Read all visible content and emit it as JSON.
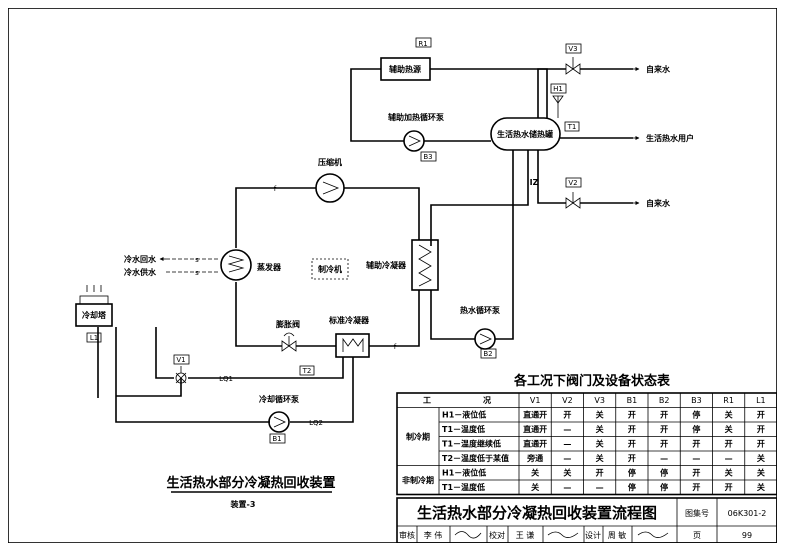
{
  "diagram": {
    "components": {
      "aux_heat_source": "辅助热源",
      "aux_heat_pump": "辅助加热循环泵",
      "storage_tank": "生活热水储热罐",
      "compressor": "压缩机",
      "refrigerator": "制冷机",
      "evaporator": "蒸发器",
      "aux_condenser": "辅助冷凝器",
      "hot_water_pump": "热水循环泵",
      "expansion_valve": "膨胀阀",
      "std_condenser": "标准冷凝器",
      "cooling_tower": "冷却塔",
      "cooling_pump": "冷却循环泵"
    },
    "tags": {
      "R1": "R1",
      "B3": "B3",
      "T1": "T1",
      "H1": "H1",
      "V3": "V3",
      "V2": "V2",
      "V1": "V1",
      "T2": "T2",
      "B1": "B1",
      "B2": "B2",
      "L1": "L1"
    },
    "line_marks": {
      "f1": "f",
      "f2": "f",
      "s1": "s",
      "s2": "s",
      "lq1": "LQ1",
      "lq2": "LQ2",
      "iz": "IZ"
    },
    "outlets": {
      "tap_water_top": "自来水",
      "hot_water_user": "生活热水用户",
      "tap_water_bottom": "自来水",
      "chilled_return": "冷水回水",
      "chilled_supply": "冷水供水"
    },
    "caption": {
      "title": "生活热水部分冷凝热回收装置",
      "subtitle": "装置-3"
    }
  },
  "state_table": {
    "title": "各工况下阀门及设备状态表",
    "header": [
      "工",
      "况",
      "V1",
      "V2",
      "V3",
      "B1",
      "B2",
      "B3",
      "R1",
      "L1"
    ],
    "groups": [
      {
        "name": "制冷期",
        "rows": [
          [
            "H1－液位低",
            "直通开",
            "开",
            "关",
            "开",
            "开",
            "停",
            "关",
            "开"
          ],
          [
            "T1－温度低",
            "直通开",
            "—",
            "关",
            "开",
            "开",
            "停",
            "关",
            "开"
          ],
          [
            "T1－温度继续低",
            "直通开",
            "—",
            "关",
            "开",
            "开",
            "开",
            "开",
            "开"
          ],
          [
            "T2－温度低于某值",
            "旁通",
            "—",
            "关",
            "开",
            "—",
            "—",
            "—",
            "关"
          ]
        ]
      },
      {
        "name": "非制冷期",
        "rows": [
          [
            "H1－液位低",
            "关",
            "关",
            "开",
            "停",
            "停",
            "开",
            "关",
            "关"
          ],
          [
            "T1－温度低",
            "关",
            "—",
            "—",
            "停",
            "停",
            "开",
            "开",
            "关"
          ]
        ]
      }
    ]
  },
  "title_block": {
    "title": "生活热水部分冷凝热回收装置流程图",
    "atlas_label": "图集号",
    "atlas_no": "06K301-2",
    "review_label": "审核",
    "reviewer": "李 伟",
    "check_label": "校对",
    "checker": "王 谦",
    "design_label": "设计",
    "designer": "周 敏",
    "page_label": "页",
    "page_no": "99"
  }
}
